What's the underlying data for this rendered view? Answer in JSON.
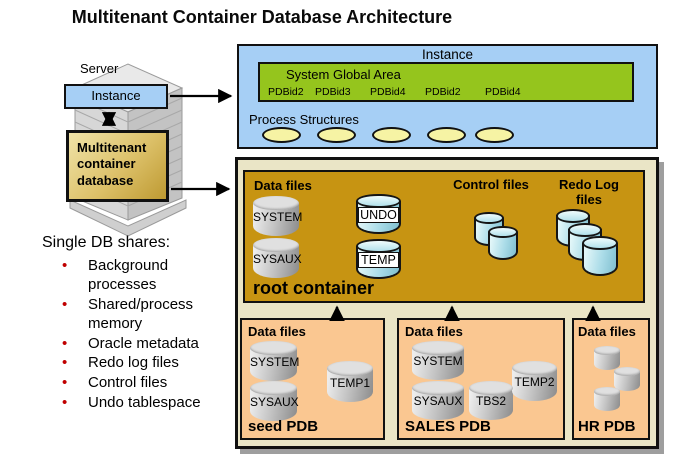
{
  "title": "Multitenant Container Database Architecture",
  "left_panel": {
    "server_label": "Server",
    "instance_label": "Instance",
    "database_label": "Multitenant container database"
  },
  "shares": {
    "heading": "Single DB shares:",
    "items": [
      "Background processes",
      "Shared/process memory",
      "Oracle metadata",
      "Redo log files",
      "Control files",
      "Undo tablespace"
    ]
  },
  "instance_panel": {
    "title": "Instance",
    "sga_title": "System Global Area",
    "pdb_ids": [
      "PDBid2",
      "PDBid3",
      "PDBid4",
      "PDBid2",
      "PDBid4"
    ],
    "process_label": "Process Structures",
    "process_ellipse_count": 5
  },
  "root_container": {
    "data_files_label": "Data files",
    "control_files_label": "Control files",
    "redo_log_label": "Redo Log files",
    "container_label": "root container",
    "data_files": [
      "SYSTEM",
      "SYSAUX",
      "UNDO",
      "TEMP"
    ],
    "control_files_count": 2,
    "redo_log_files_count": 3
  },
  "pdbs": [
    {
      "name": "seed PDB",
      "data_files_label": "Data files",
      "files": [
        "SYSTEM",
        "SYSAUX",
        "TEMP1"
      ]
    },
    {
      "name": "SALES PDB",
      "data_files_label": "Data files",
      "files": [
        "SYSTEM",
        "SYSAUX",
        "TBS2",
        "TEMP2"
      ]
    },
    {
      "name": "HR PDB",
      "data_files_label": "Data files",
      "files": [],
      "unlabeled_cylinder_count": 3
    }
  ],
  "colors": {
    "instance_blue": "#A6CFF5",
    "sga_green": "#95C51D",
    "process_ellipse_yellow": "#F6F3A4",
    "outer_container_tan": "#EAE5C6",
    "root_container_gold": "#C79412",
    "pdb_peach": "#FAC791",
    "database_box_gold": "#DCC068",
    "bullet_red": "#C00000",
    "shadow_gray": "#9E9E9E"
  }
}
